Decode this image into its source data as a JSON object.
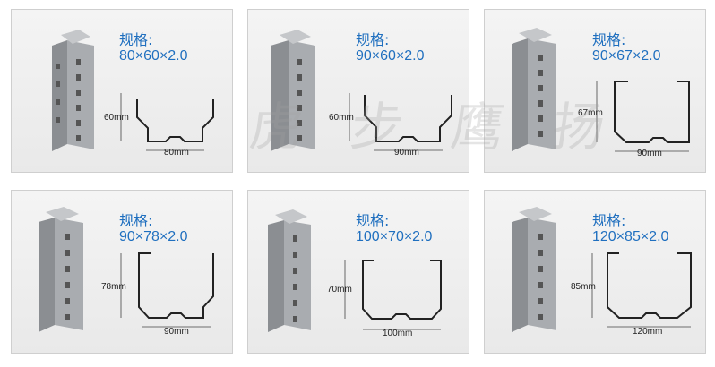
{
  "watermark": "虎 步 鹰 扬",
  "cards": [
    {
      "title": "规格:",
      "spec": "80×60×2.0",
      "height_label": "60mm",
      "width_label": "80mm"
    },
    {
      "title": "规格:",
      "spec": "90×60×2.0",
      "height_label": "60mm",
      "width_label": "90mm"
    },
    {
      "title": "规格:",
      "spec": "90×67×2.0",
      "height_label": "67mm",
      "width_label": "90mm"
    },
    {
      "title": "规格:",
      "spec": "90×78×2.0",
      "height_label": "78mm",
      "width_label": "90mm"
    },
    {
      "title": "规格:",
      "spec": "100×70×2.0",
      "height_label": "70mm",
      "width_label": "100mm"
    },
    {
      "title": "规格:",
      "spec": "120×85×2.0",
      "height_label": "85mm",
      "width_label": "120mm"
    }
  ],
  "colors": {
    "accent": "#1f6fbf",
    "border": "#cfcfcf",
    "steel": "#9a9da1"
  }
}
